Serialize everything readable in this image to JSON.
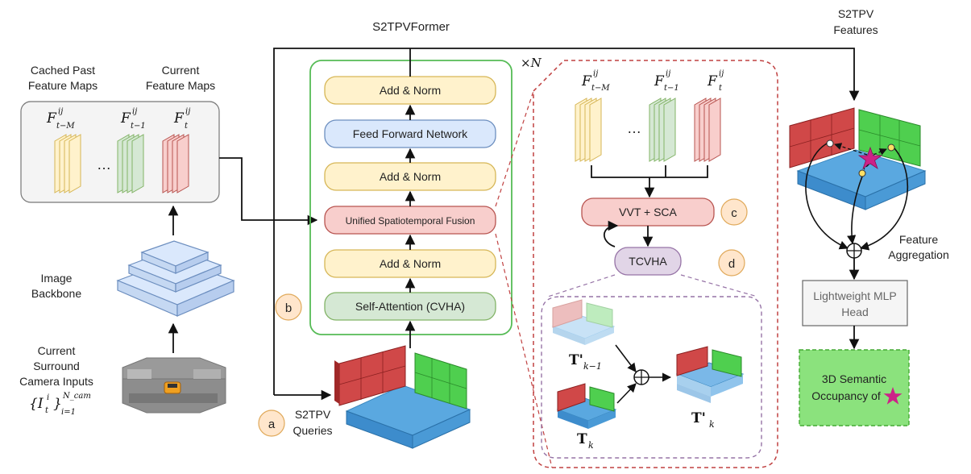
{
  "title": "S2TPVFormer",
  "repeat_label": "×N",
  "encoder_blocks": [
    "Add & Norm",
    "Feed Forward Network",
    "Add & Norm",
    "Unified Spatiotemporal Fusion",
    "Add & Norm",
    "Self-Attention (CVHA)"
  ],
  "left": {
    "cached_label": [
      "Cached Past",
      "Feature Maps"
    ],
    "current_label": [
      "Current",
      "Feature Maps"
    ],
    "feat": [
      {
        "base": "F",
        "sup": "ij",
        "sub": "t−M"
      },
      {
        "base": "F",
        "sup": "ij",
        "sub": "t−1"
      },
      {
        "base": "F",
        "sup": "ij",
        "sub": "t"
      }
    ],
    "dots": "…",
    "backbone_label": [
      "Image",
      "Backbone"
    ],
    "camera_label": [
      "Current",
      "Surround",
      "Camera Inputs"
    ],
    "camera_math": "{I_t^i}_{i=1}^{N_cam}",
    "camera_math_parts": {
      "base": "{I",
      "sub_t": "t",
      "sup_i": "i",
      "close": "}",
      "sub_range": "i=1",
      "sup_n": "N_cam"
    }
  },
  "queries_label": [
    "S2TPV",
    "Queries"
  ],
  "badges": {
    "a": "a",
    "b": "b",
    "c": "c",
    "d": "d"
  },
  "detail": {
    "vvt_label": "VVT + SCA",
    "tcvha_label": "TCVHA",
    "t_prev": {
      "base": "T'",
      "sub": "k−1"
    },
    "t_k": {
      "base": "T",
      "sub": "k"
    },
    "t_out": {
      "base": "T'",
      "sub": "k"
    }
  },
  "right": {
    "features_label": [
      "S2TPV",
      "Features"
    ],
    "aggregation_label": [
      "Feature",
      "Aggregation"
    ],
    "mlp_label": [
      "Lightweight MLP",
      "Head"
    ],
    "occupancy_label": [
      "3D Semantic",
      "Occupancy of"
    ]
  },
  "colors": {
    "yellow": "#fff2cc",
    "yellow_stroke": "#d6b656",
    "blue": "#dae8fc",
    "blue_stroke": "#6c8ebf",
    "red": "#f8cecc",
    "red_stroke": "#b85450",
    "green": "#d5e8d4",
    "green_stroke": "#82b366",
    "purple": "#e1d5e7",
    "purple_stroke": "#9673a6",
    "badge": "#ffe6cc",
    "badge_stroke": "#e0a95a",
    "star": "#cc2288"
  }
}
